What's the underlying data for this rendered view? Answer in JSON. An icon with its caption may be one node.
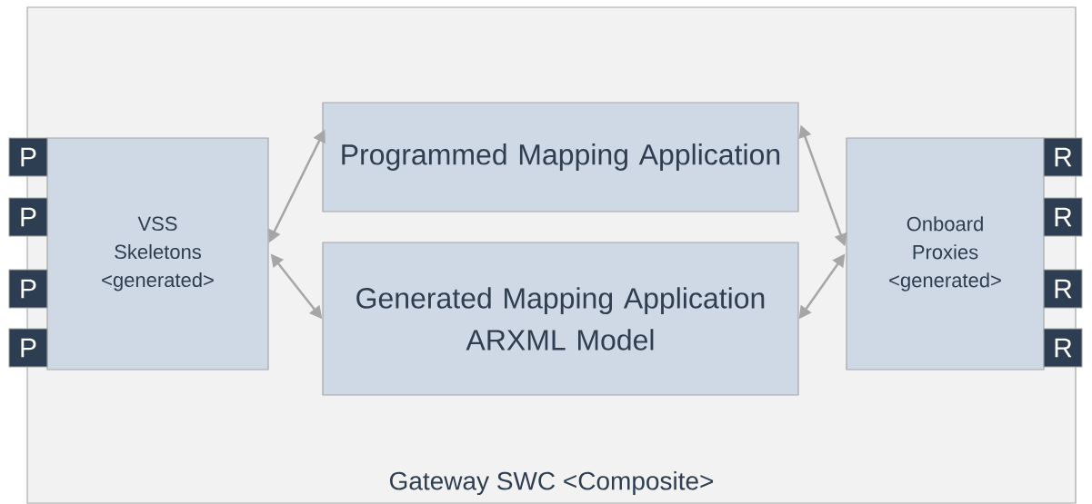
{
  "diagram": {
    "nodes": [
      {
        "text": [
          "Gateway SWC <Composite>"
        ]
      },
      {
        "text": [
          "VSS Skeletons <generated>"
        ],
        "in": 0
      },
      {
        "text": [
          "Programmed Mapping Application"
        ],
        "in": 0
      },
      {
        "text": [
          "Generated Mapping Application",
          "ARXML Model"
        ],
        "in": 0
      },
      {
        "text": [
          "Onboard Proxies <generated>"
        ],
        "in": 0
      },
      {
        "text": [
          "P"
        ]
      },
      {
        "text": [
          "P"
        ]
      },
      {
        "text": [
          "P"
        ]
      },
      {
        "text": [
          "P"
        ]
      },
      {
        "text": [
          "R"
        ]
      },
      {
        "text": [
          "R"
        ]
      },
      {
        "text": [
          "R"
        ]
      },
      {
        "text": [
          "R"
        ]
      }
    ],
    "edges": [
      {
        "from": 1,
        "to": 2,
        "arrow": "both"
      },
      {
        "from": 1,
        "to": 3,
        "arrow": "both"
      },
      {
        "from": 2,
        "to": 4,
        "arrow": "both"
      },
      {
        "from": 3,
        "to": 4,
        "arrow": "both"
      }
    ]
  }
}
